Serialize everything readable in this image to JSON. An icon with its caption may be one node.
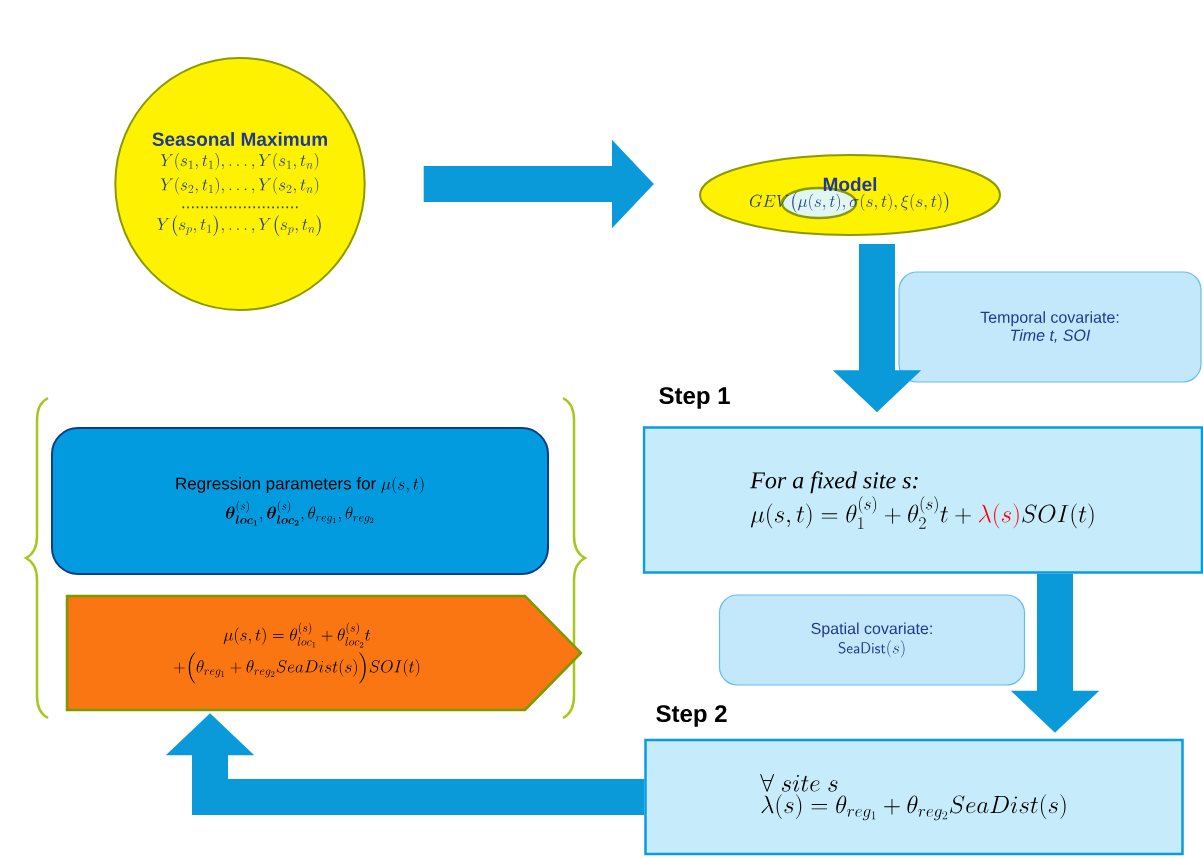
{
  "diagram": {
    "nodes": [
      {
        "text": [
          "Seasonal Maximum",
          "Y(s_1,t_1),\\dots,Y(s_1,t_n)",
          "Y(s_2,t_1),\\dots,Y(s_2,t_n)",
          ".........................",
          "Y\\big(s_p,t_1\\big),\\dots,Y\\big(s_p,t_n\\big)"
        ]
      },
      {
        "text": [
          "Model",
          "GEV\\big(\\mu(s,t),\\sigma(s,t),\\xi(s,t)\\big)"
        ]
      },
      {
        "text": [
          "Temporal covariate:",
          "Time t, SOI"
        ]
      },
      {
        "text": [
          "Step 1",
          "For a fixed site s:",
          "\\mu(s,t)=\\theta_1^{(s)}+\\theta_2^{(s)}t+\\textcolor[HTML]{FF0000}{\\lambda(s)}SOI(t)"
        ]
      },
      {
        "text": [
          "Spatial covariate:",
          "\\mathsf{SeaDist}(s)"
        ]
      },
      {
        "text": [
          "Step 2",
          "\\forall\\ site\\ s",
          "\\lambda(s)=\\theta_{reg_1}+\\theta_{reg_2}SeaDist(s)"
        ]
      },
      {
        "text": [
          "\\text{Regression parameters for }\\mu(s,t)",
          "\\boldsymbol{\\theta}^{(s)}_{\\boldsymbol{loc_1}},\\boldsymbol{\\theta}^{(s)}_{\\boldsymbol{loc_2}},\\theta_{reg_1},\\theta_{reg_2}"
        ]
      },
      {
        "text": [
          "\\mu(s,t)=\\theta^{(s)}_{loc_1}+\\theta^{(s)}_{loc_2}t",
          "+\\Big(\\theta_{reg_1}+\\theta_{reg_2}SeaDist(s)\\Big)SOI(t)"
        ]
      }
    ],
    "edges": [
      {
        "from": 0,
        "to": 1,
        "arrow": "to"
      },
      {
        "from": 1,
        "to": 3,
        "arrow": "to"
      },
      {
        "from": 3,
        "to": 5,
        "arrow": "to"
      },
      {
        "from": 5,
        "to": 7,
        "arrow": "to"
      }
    ]
  }
}
